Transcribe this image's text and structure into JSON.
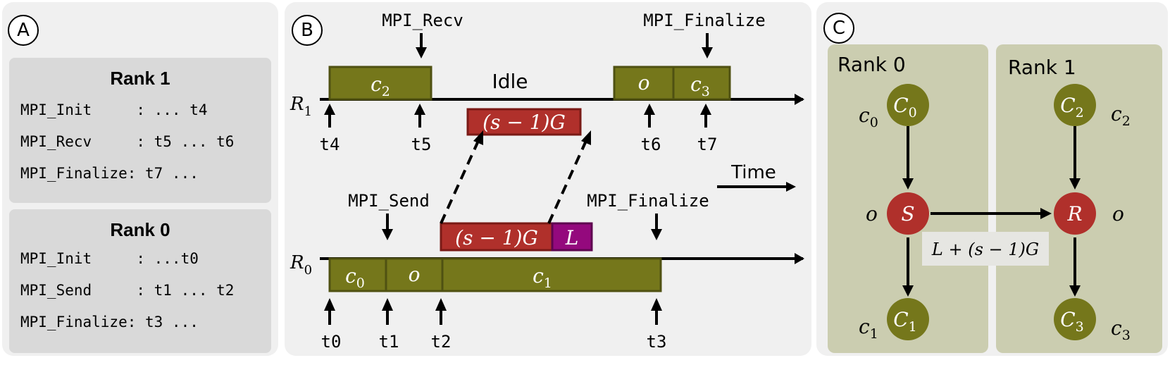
{
  "panel_a": {
    "label": "A",
    "rank1": {
      "title": "Rank 1",
      "lines": [
        "MPI_Init     : ... t4",
        "MPI_Recv     : t5 ... t6",
        "MPI_Finalize: t7 ..."
      ]
    },
    "rank0": {
      "title": "Rank 0",
      "lines": [
        "MPI_Init     : ...t0",
        "MPI_Send     : t1 ... t2",
        "MPI_Finalize: t3 ..."
      ]
    }
  },
  "panel_b": {
    "label": "B",
    "r1_label": "R",
    "r1_sub": "1",
    "r0_label": "R",
    "r0_sub": "0",
    "mpi_recv": "MPI_Recv",
    "mpi_finalize_top": "MPI_Finalize",
    "mpi_send": "MPI_Send",
    "mpi_finalize_bottom": "MPI_Finalize",
    "idle": "Idle",
    "time": "Time",
    "r1_blocks": {
      "c2": "c",
      "c2_sub": "2",
      "o": "o",
      "c3": "c",
      "c3_sub": "3"
    },
    "r0_blocks": {
      "c0": "c",
      "c0_sub": "0",
      "o": "o",
      "c1": "c",
      "c1_sub": "1"
    },
    "gap_top": "(s − 1)G",
    "gap_bottom": "(s − 1)G",
    "latency": "L",
    "ticks_top": [
      "t4",
      "t5",
      "t6",
      "t7"
    ],
    "ticks_bottom": [
      "t0",
      "t1",
      "t2",
      "t3"
    ],
    "colors": {
      "compute": "#75771b",
      "overhead": "#b0302b",
      "latency": "#94097d"
    }
  },
  "panel_c": {
    "label": "C",
    "rank0_title": "Rank 0",
    "rank1_title": "Rank 1",
    "nodes": {
      "C0": {
        "letter": "C",
        "sub": "0"
      },
      "S": {
        "letter": "S"
      },
      "C1": {
        "letter": "C",
        "sub": "1"
      },
      "C2": {
        "letter": "C",
        "sub": "2"
      },
      "R": {
        "letter": "R"
      },
      "C3": {
        "letter": "C",
        "sub": "3"
      }
    },
    "side_labels": {
      "c0": {
        "letter": "c",
        "sub": "0"
      },
      "o_left": "o",
      "c1": {
        "letter": "c",
        "sub": "1"
      },
      "c2": {
        "letter": "c",
        "sub": "2"
      },
      "o_right": "o",
      "c3": {
        "letter": "c",
        "sub": "3"
      }
    },
    "edge_label": "L + (s − 1)G",
    "colors": {
      "rank_bg": "#cbcdb0",
      "compute_node": "#75771b",
      "comm_node": "#b0302b"
    }
  }
}
